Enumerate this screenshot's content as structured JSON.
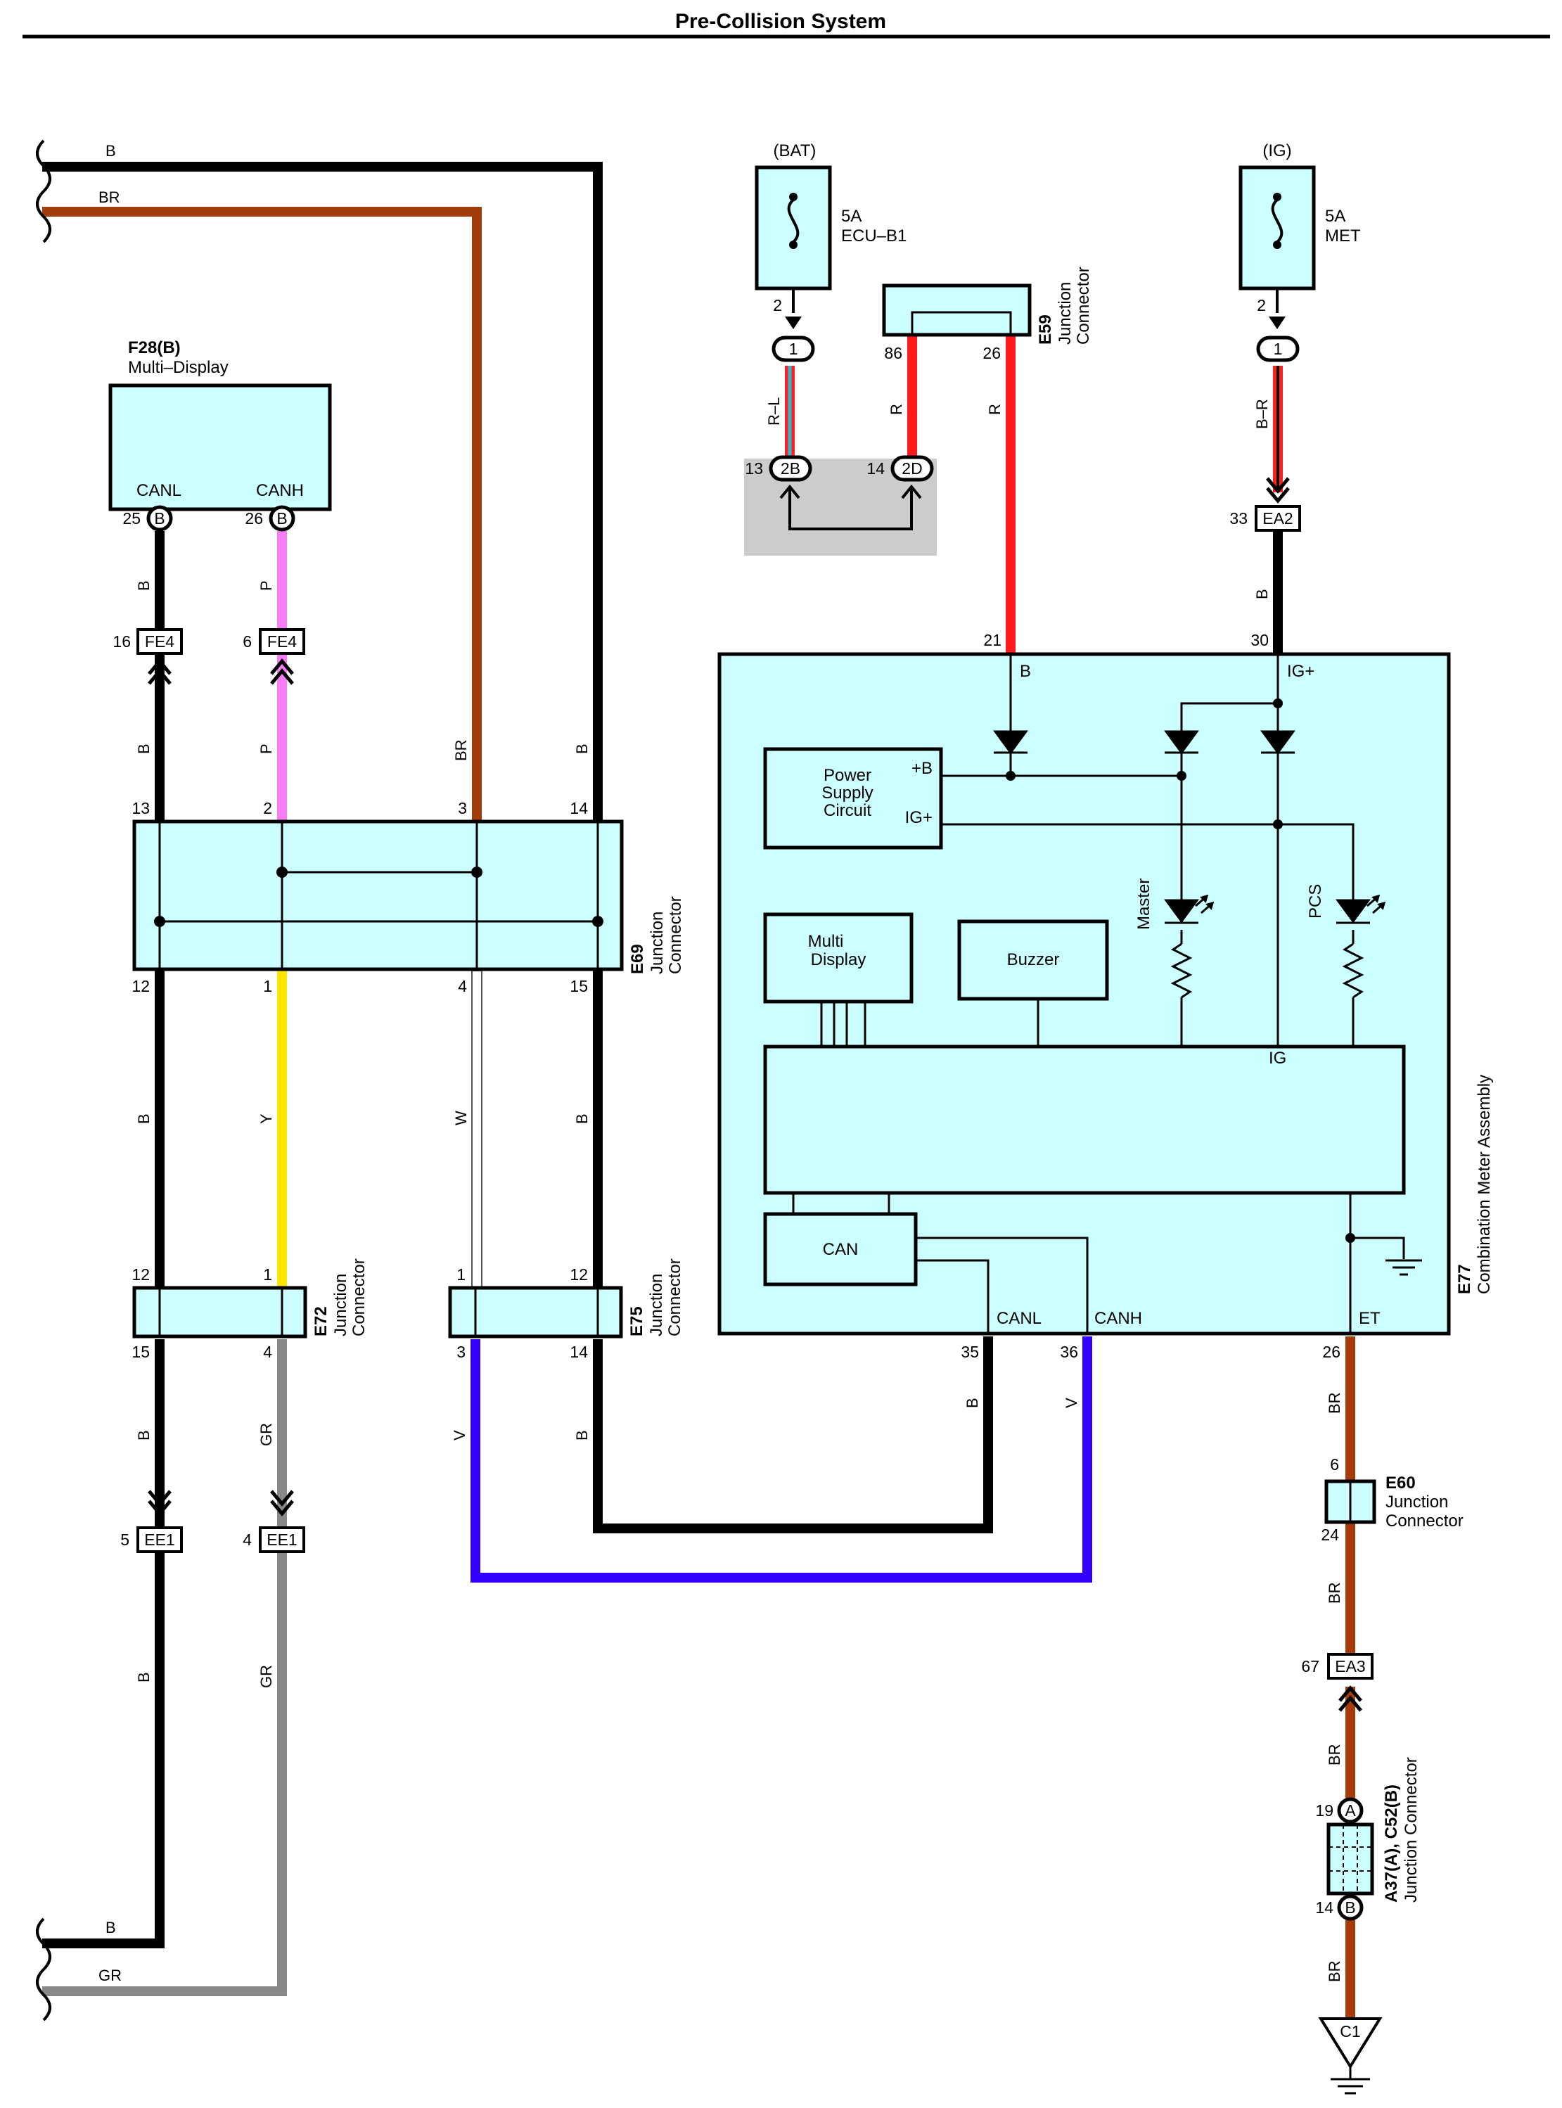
{
  "title": "Pre-Collision System",
  "colors": {
    "B": "#000000",
    "BR": "#a33c0a",
    "P": "#f77ef2",
    "Y": "#ffe600",
    "W": "#ffffff",
    "GR": "#888888",
    "V": "#3300ff",
    "R": "#ff1b1b",
    "R_L_red": "#ff2020",
    "R_L_blue": "#30b8d0",
    "B_R_red": "#ff2020",
    "box_fill": "#ccffff",
    "shade": "#cccccc"
  },
  "components": {
    "multi_display": {
      "id": "F28(B)",
      "name": "Multi–Display",
      "canl": "CANL",
      "canh": "CANH",
      "pin_canl": "25",
      "pin_canh": "26",
      "conn_letter": "B"
    },
    "fuse_bat": {
      "source": "(BAT)",
      "rating": "5A",
      "name": "ECU–B1",
      "pin": "2",
      "conn": "1"
    },
    "fuse_ig": {
      "source": "(IG)",
      "rating": "5A",
      "name": "MET",
      "pin": "2",
      "conn": "1"
    },
    "e59": {
      "id": "E59",
      "name": "Junction Connector",
      "line1": "Junction",
      "line2": "Connector",
      "pin_left": "86",
      "pin_right": "26"
    },
    "e69": {
      "id": "E69",
      "line1": "Junction",
      "line2": "Connector",
      "top_pins": [
        "13",
        "2",
        "3",
        "14"
      ],
      "bottom_pins": [
        "12",
        "1",
        "4",
        "15"
      ]
    },
    "e72": {
      "id": "E72",
      "line1": "Junction",
      "line2": "Connector",
      "top_pins": [
        "12",
        "1"
      ],
      "bottom_pins": [
        "15",
        "4"
      ]
    },
    "e75": {
      "id": "E75",
      "line1": "Junction",
      "line2": "Connector",
      "top_pins": [
        "1",
        "12"
      ],
      "bottom_pins": [
        "3",
        "14"
      ]
    },
    "e77": {
      "id": "E77",
      "name": "Combination Meter Assembly",
      "pin_b": "21",
      "pin_ig": "30",
      "pin_canl": "35",
      "pin_canh": "36",
      "pin_et": "26",
      "lbl_b": "B",
      "lbl_ig": "IG+",
      "lbl_canl": "CANL",
      "lbl_canh": "CANH",
      "lbl_et": "ET",
      "power_supply": [
        "Power",
        "Supply",
        "Circuit"
      ],
      "ps_b": "+B",
      "ps_ig": "IG+",
      "multi_display": [
        "Multi",
        "Display"
      ],
      "buzzer": "Buzzer",
      "can": "CAN",
      "ig": "IG",
      "led_master": "Master",
      "led_pcs": "PCS"
    },
    "e60": {
      "id": "E60",
      "line1": "Junction",
      "line2": "Connector",
      "pin_top": "6",
      "pin_bottom": "24"
    },
    "a37": {
      "id": "A37(A), C52(B)",
      "line2": "Junction Connector",
      "pin_a": "19",
      "pin_b": "14",
      "letter_a": "A",
      "letter_b": "B"
    },
    "ground": {
      "id": "C1"
    },
    "junction_2b": {
      "pin": "13",
      "label": "2B"
    },
    "junction_2d": {
      "pin": "14",
      "label": "2D"
    },
    "ea2": {
      "pin": "33",
      "label": "EA2"
    },
    "ea3": {
      "pin": "67",
      "label": "EA3"
    },
    "fe4_left": {
      "pin": "16",
      "label": "FE4"
    },
    "fe4_right": {
      "pin": "6",
      "label": "FE4"
    },
    "ee1_left": {
      "pin": "5",
      "label": "EE1"
    },
    "ee1_right": {
      "pin": "4",
      "label": "EE1"
    }
  },
  "wires": {
    "top_b": "B",
    "top_br": "BR",
    "bottom_b": "B",
    "bottom_gr": "GR",
    "w_rl": "R–L",
    "w_r1": "R",
    "w_r2": "R",
    "w_br_ig": "B–R",
    "w_b_ig": "B",
    "w_b_fe4_top": "B",
    "w_p_fe4_top": "P",
    "w_b_fe4_bot": "B",
    "w_p_fe4_bot": "P",
    "w_br_e69": "BR",
    "w_b_e69": "B",
    "w_b_mid": "B",
    "w_y_mid": "Y",
    "w_w_mid": "W",
    "w_b_mid2": "B",
    "w_b_low": "B",
    "w_gr_low": "GR",
    "w_v_low": "V",
    "w_b_low2": "B",
    "w_b_canl": "B",
    "w_v_canh": "V",
    "w_b_ee1": "B",
    "w_gr_ee1": "GR",
    "w_br_et": "BR",
    "w_br_e60": "BR",
    "w_br_ea3": "BR",
    "w_br_gnd": "BR"
  }
}
